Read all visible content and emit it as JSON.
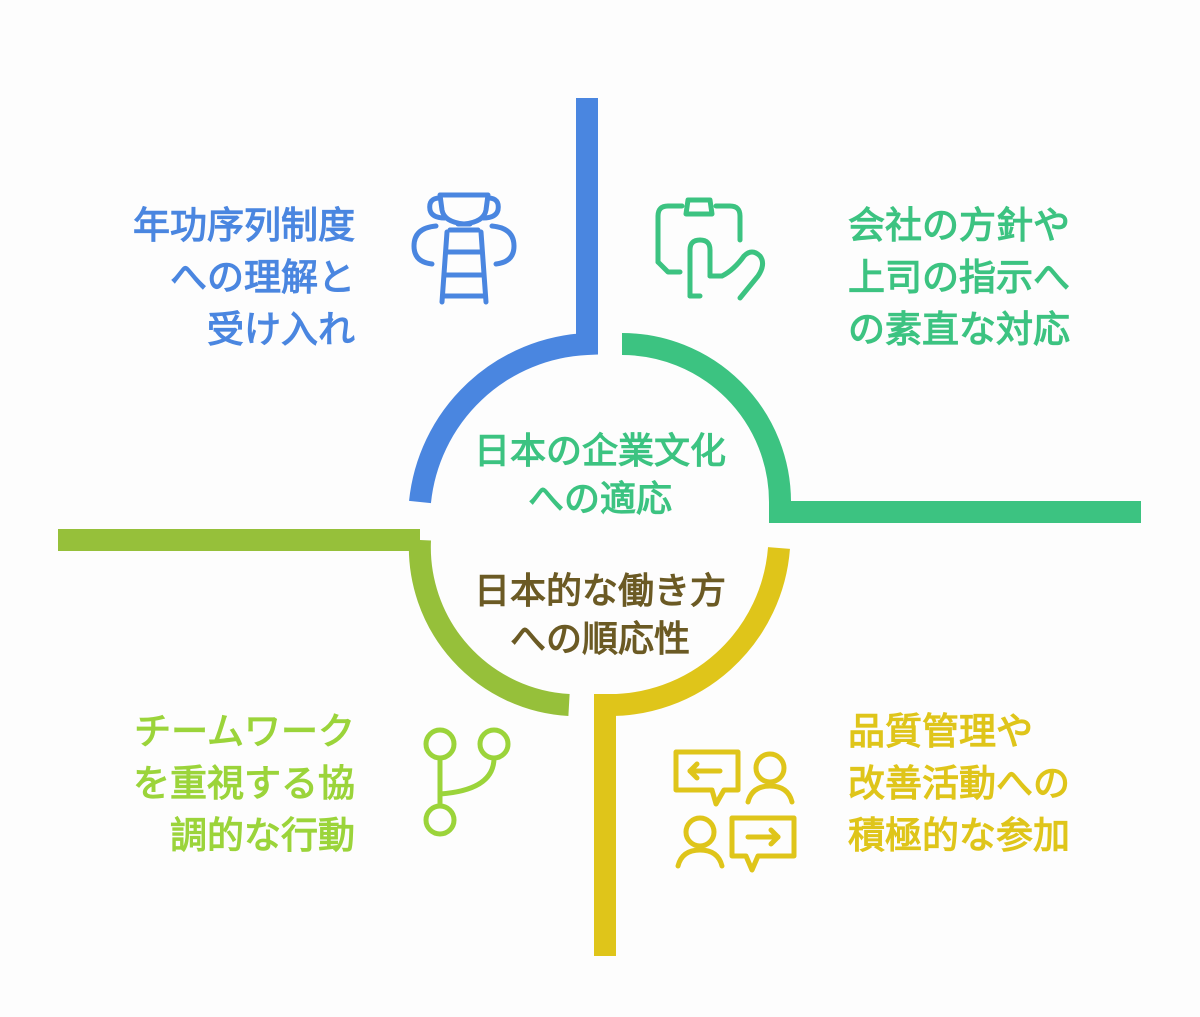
{
  "center": {
    "top_lines": [
      "日本の企業文化",
      "への適応"
    ],
    "bottom_lines": [
      "日本的な働き方",
      "への順応性"
    ]
  },
  "quadrants": {
    "top_left": {
      "lines": [
        "年功序列制度",
        "への理解と",
        "受け入れ"
      ],
      "icon": "trophy-ladder-icon",
      "color": "#4a86e0"
    },
    "top_right": {
      "lines": [
        "会社の方針や",
        "上司の指示へ",
        "の素直な対応"
      ],
      "icon": "clipboard-hand-icon",
      "color": "#3cc381"
    },
    "bottom_left": {
      "lines": [
        "チームワーク",
        "を重視する協",
        "調的な行動"
      ],
      "icon": "branch-network-icon",
      "color": "#9bd43a"
    },
    "bottom_right": {
      "lines": [
        "品質管理や",
        "改善活動への",
        "積極的な参加"
      ],
      "icon": "conversation-people-icon",
      "color": "#dfc51a"
    }
  },
  "colors": {
    "top_center_text": "#3cc381",
    "bottom_center_text": "#6b5a24"
  }
}
